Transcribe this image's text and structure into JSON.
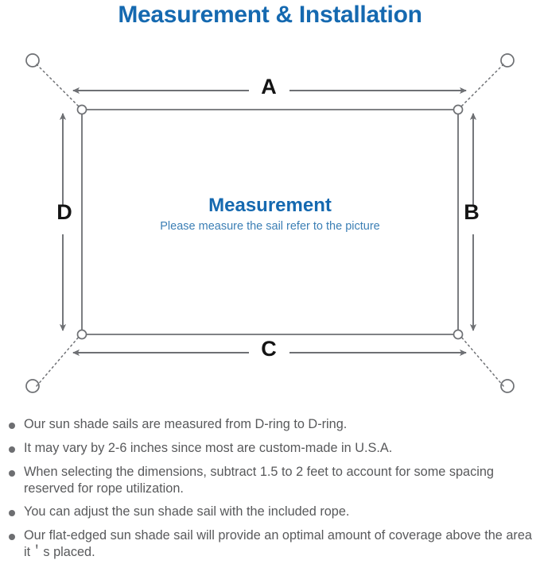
{
  "page": {
    "title": "Measurement & Installation",
    "title_color": "#1569b0",
    "background": "#ffffff"
  },
  "diagram": {
    "name": "sun-shade-sail-measurement-diagram",
    "sail": {
      "heading": "Measurement",
      "heading_color": "#1569b0",
      "subheading": "Please measure the sail refer to the picture",
      "subheading_color": "#3c7fb5",
      "outline_color": "#6e7074"
    },
    "dimension_labels": [
      {
        "id": "a",
        "text": "A",
        "edge": "top",
        "orientation": "horizontal"
      },
      {
        "id": "b",
        "text": "B",
        "edge": "right",
        "orientation": "vertical"
      },
      {
        "id": "c",
        "text": "C",
        "edge": "bottom",
        "orientation": "horizontal"
      },
      {
        "id": "d",
        "text": "D",
        "edge": "left",
        "orientation": "vertical"
      }
    ],
    "dimension_label_color": "#141414",
    "arrow_color": "#6e7074",
    "dring_count": 4,
    "anchor_point_count": 4,
    "rope_line_style": "dotted"
  },
  "notes": {
    "bullet_color": "#6d6e71",
    "text_color": "#58595b",
    "items": [
      "Our sun shade sails are measured from D-ring to D-ring.",
      "It may vary by 2-6 inches since most are custom-made in U.S.A.",
      "When selecting the dimensions, subtract 1.5 to 2 feet to account for some spacing reserved for rope utilization.",
      "You can adjust the sun shade sail with the included rope.",
      "Our flat-edged sun shade sail will provide an optimal amount of coverage above the area it＇s placed."
    ]
  }
}
